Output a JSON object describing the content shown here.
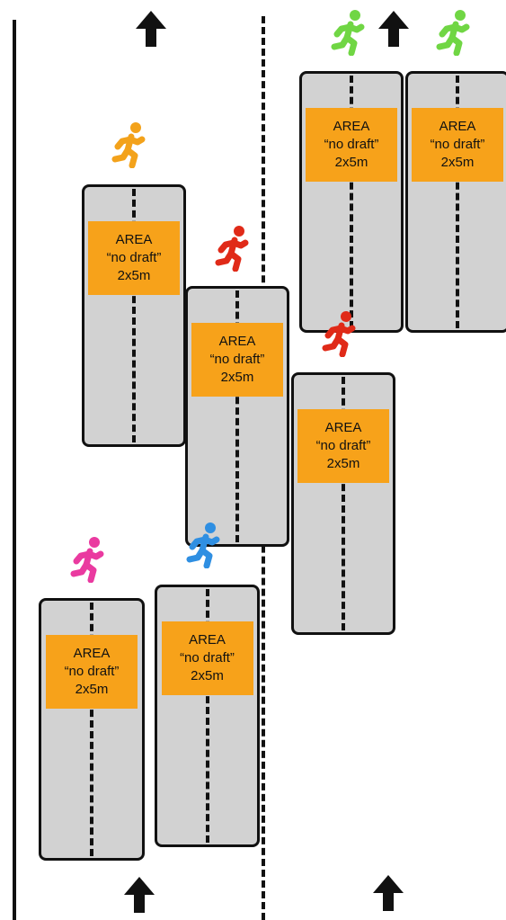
{
  "zone_label": {
    "line1": "AREA",
    "line2": "“no draft”",
    "line3": "2x5m"
  },
  "colors": {
    "zone_fill": "#d2d2d2",
    "label_fill": "#f7a21a",
    "runner_yellow": "#f3a21b",
    "runner_red": "#e02a18",
    "runner_green": "#70d644",
    "runner_pink": "#ea3aa0",
    "runner_blue": "#2f8fe2"
  },
  "icons": [
    "running-person-icon",
    "arrow-up-icon"
  ]
}
